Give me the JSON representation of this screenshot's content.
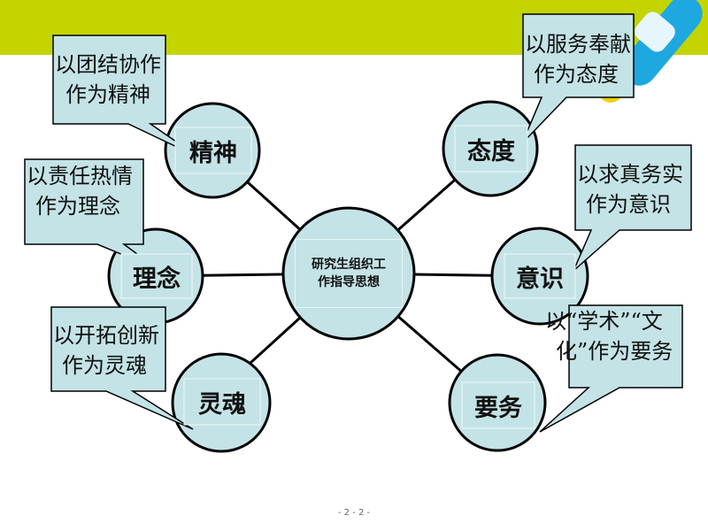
{
  "center": {
    "line1": "研究生组织工",
    "line2": "作指导思想"
  },
  "nodes": {
    "jingshen": "精神",
    "linian": "理念",
    "linghun": "灵魂",
    "taidu": "态度",
    "yishi": "意识",
    "yaowu": "要务"
  },
  "callouts": {
    "jingshen": {
      "line1": "以团结协作",
      "line2": "作为精神"
    },
    "linian": {
      "line1": "以责任热情",
      "line2": "作为理念"
    },
    "linghun": {
      "line1": "以开拓创新",
      "line2": "作为灵魂"
    },
    "taidu": {
      "line1": "以服务奉献",
      "line2": "作为态度"
    },
    "yishi": {
      "line1": "以求真务实",
      "line2": "作为意识"
    },
    "yaowu": {
      "line1": "以“学术”“文",
      "line2": "化”作为要务"
    }
  },
  "footer": "- 2 - 2 -",
  "colors": {
    "top_bar": "#c3d400",
    "circle_fill": "#c4e3e6",
    "callout_fill": "#c4e3e6",
    "accent_blue": "#1ea8e0",
    "accent_yellow": "#f0d000"
  }
}
